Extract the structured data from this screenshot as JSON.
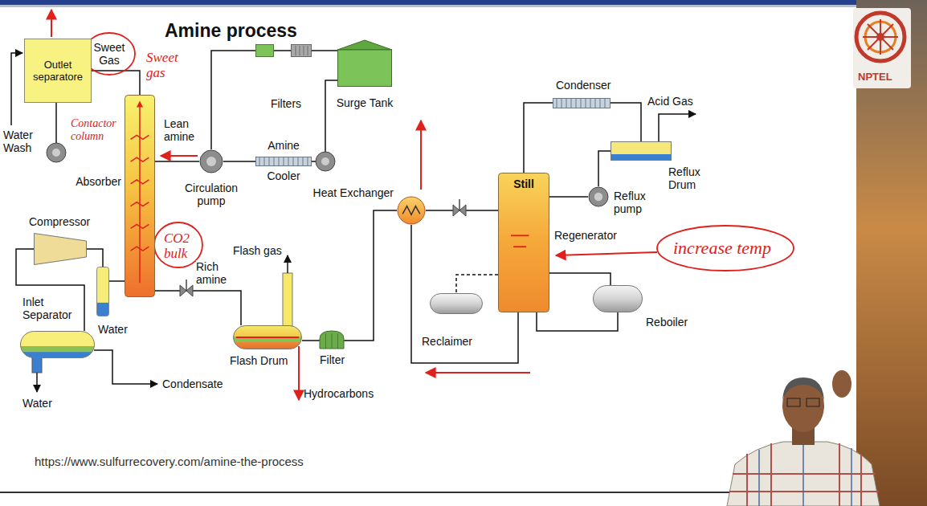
{
  "diagram": {
    "title": "Amine process",
    "nodes": [
      {
        "text": [
          "Outlet separatore"
        ]
      },
      {
        "text": [
          "Absorber"
        ]
      },
      {
        "text": [
          "Circulation pump"
        ]
      },
      {
        "text": [
          "Filters"
        ]
      },
      {
        "text": [
          "Surge Tank"
        ]
      },
      {
        "text": [
          "Amine",
          "Cooler"
        ]
      },
      {
        "text": [
          "Heat Exchanger"
        ]
      },
      {
        "text": [
          "Compressor"
        ]
      },
      {
        "text": [
          "Water"
        ]
      },
      {
        "text": [
          "Inlet Separator"
        ]
      },
      {
        "text": [
          "Flash Drum"
        ]
      },
      {
        "text": [
          "Filter"
        ]
      },
      {
        "text": [
          "Still",
          "Regenerator"
        ]
      },
      {
        "text": [
          "Condenser"
        ]
      },
      {
        "text": [
          "Reflux Drum"
        ]
      },
      {
        "text": [
          "Reflux pump"
        ]
      },
      {
        "text": [
          "Reclaimer"
        ]
      },
      {
        "text": [
          "Reboiler"
        ]
      }
    ],
    "edges": [
      {
        "from": 9,
        "to": 7,
        "arrow": "none"
      },
      {
        "from": 7,
        "to": 8,
        "arrow": "none"
      },
      {
        "from": 8,
        "to": 1,
        "arrow": "none"
      },
      {
        "from": 1,
        "to": 0,
        "arrow": "none"
      },
      {
        "from": 2,
        "to": 1,
        "label": "Lean amine",
        "arrow": "none"
      },
      {
        "from": 3,
        "to": 2,
        "arrow": "none"
      },
      {
        "from": 4,
        "to": 3,
        "arrow": "none"
      },
      {
        "from": 4,
        "to": 5,
        "arrow": "none"
      },
      {
        "from": 5,
        "to": 2,
        "arrow": "none"
      },
      {
        "from": 1,
        "to": 10,
        "label": "Rich amine",
        "arrow": "none"
      },
      {
        "from": 10,
        "to": 11,
        "arrow": "none"
      },
      {
        "from": 11,
        "to": 6,
        "arrow": "none"
      },
      {
        "from": 6,
        "to": 12,
        "arrow": "none"
      },
      {
        "from": 12,
        "to": 6,
        "arrow": "none"
      },
      {
        "from": 12,
        "to": 13,
        "arrow": "none"
      },
      {
        "from": 13,
        "to": 14,
        "arrow": "none"
      },
      {
        "from": 14,
        "to": 15,
        "arrow": "none"
      },
      {
        "from": 15,
        "to": 12,
        "arrow": "none"
      },
      {
        "from": 12,
        "to": 17,
        "arrow": "none"
      },
      {
        "from": 17,
        "to": 12,
        "arrow": "none"
      },
      {
        "from": 12,
        "to": 16,
        "arrow": "none"
      }
    ],
    "labels": [
      "Sweet Gas",
      "Water Wash",
      "Flash gas",
      "Hydrocarbons",
      "Water",
      "Condensate",
      "Acid Gas",
      "NPTEL",
      "https://www.sulfurrecovery.com/amine-the-process",
      "Sweet gas",
      "Contactor column",
      "CO2 bulk",
      "increase temp"
    ]
  }
}
